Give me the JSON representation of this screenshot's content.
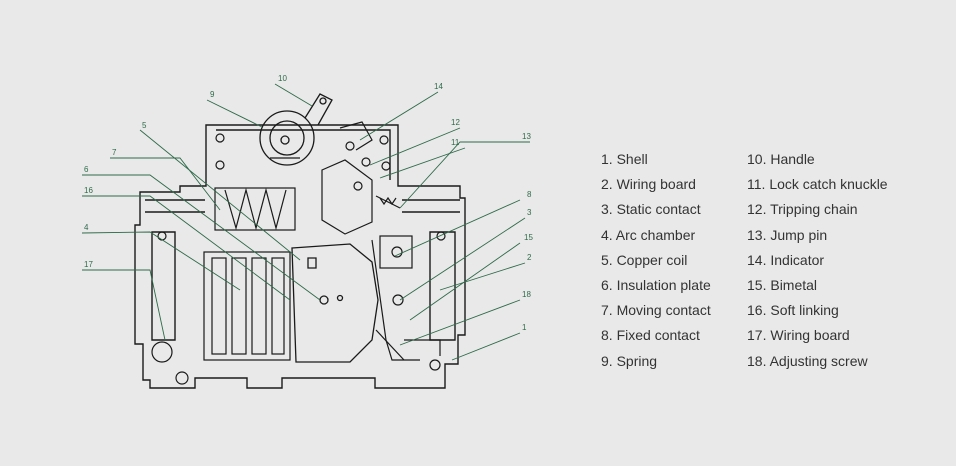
{
  "callouts": [
    {
      "num": "1",
      "label": "Shell"
    },
    {
      "num": "2",
      "label": "Wiring board"
    },
    {
      "num": "3",
      "label": "Static contact"
    },
    {
      "num": "4",
      "label": "Arc chamber"
    },
    {
      "num": "5",
      "label": "Copper coil"
    },
    {
      "num": "6",
      "label": "Insulation plate"
    },
    {
      "num": "7",
      "label": "Moving contact"
    },
    {
      "num": "8",
      "label": "Fixed contact"
    },
    {
      "num": "9",
      "label": "Spring"
    },
    {
      "num": "10",
      "label": "Handle"
    },
    {
      "num": "11",
      "label": "Lock catch knuckle"
    },
    {
      "num": "12",
      "label": "Tripping chain"
    },
    {
      "num": "13",
      "label": "Jump pin"
    },
    {
      "num": "14",
      "label": "Indicator"
    },
    {
      "num": "15",
      "label": "Bimetal"
    },
    {
      "num": "16",
      "label": "Soft linking"
    },
    {
      "num": "17",
      "label": "Wiring board"
    },
    {
      "num": "18",
      "label": "Adjusting screw"
    }
  ],
  "legend": {
    "items": [
      "1. Shell",
      "2. Wiring board",
      "3. Static contact",
      "4. Arc chamber",
      "5. Copper coil",
      "6. Insulation plate",
      "7. Moving contact",
      "8. Fixed contact",
      "9. Spring",
      "10. Handle",
      "11. Lock catch knuckle",
      "12. Tripping chain",
      "13. Jump pin",
      "14. Indicator",
      "15. Bimetal",
      "16. Soft linking",
      "17. Wiring board",
      "18. Adjusting screw"
    ]
  },
  "colors": {
    "leader": "#2e6b4a",
    "outline": "#1a1a1a",
    "background": "#e9e9e9"
  }
}
